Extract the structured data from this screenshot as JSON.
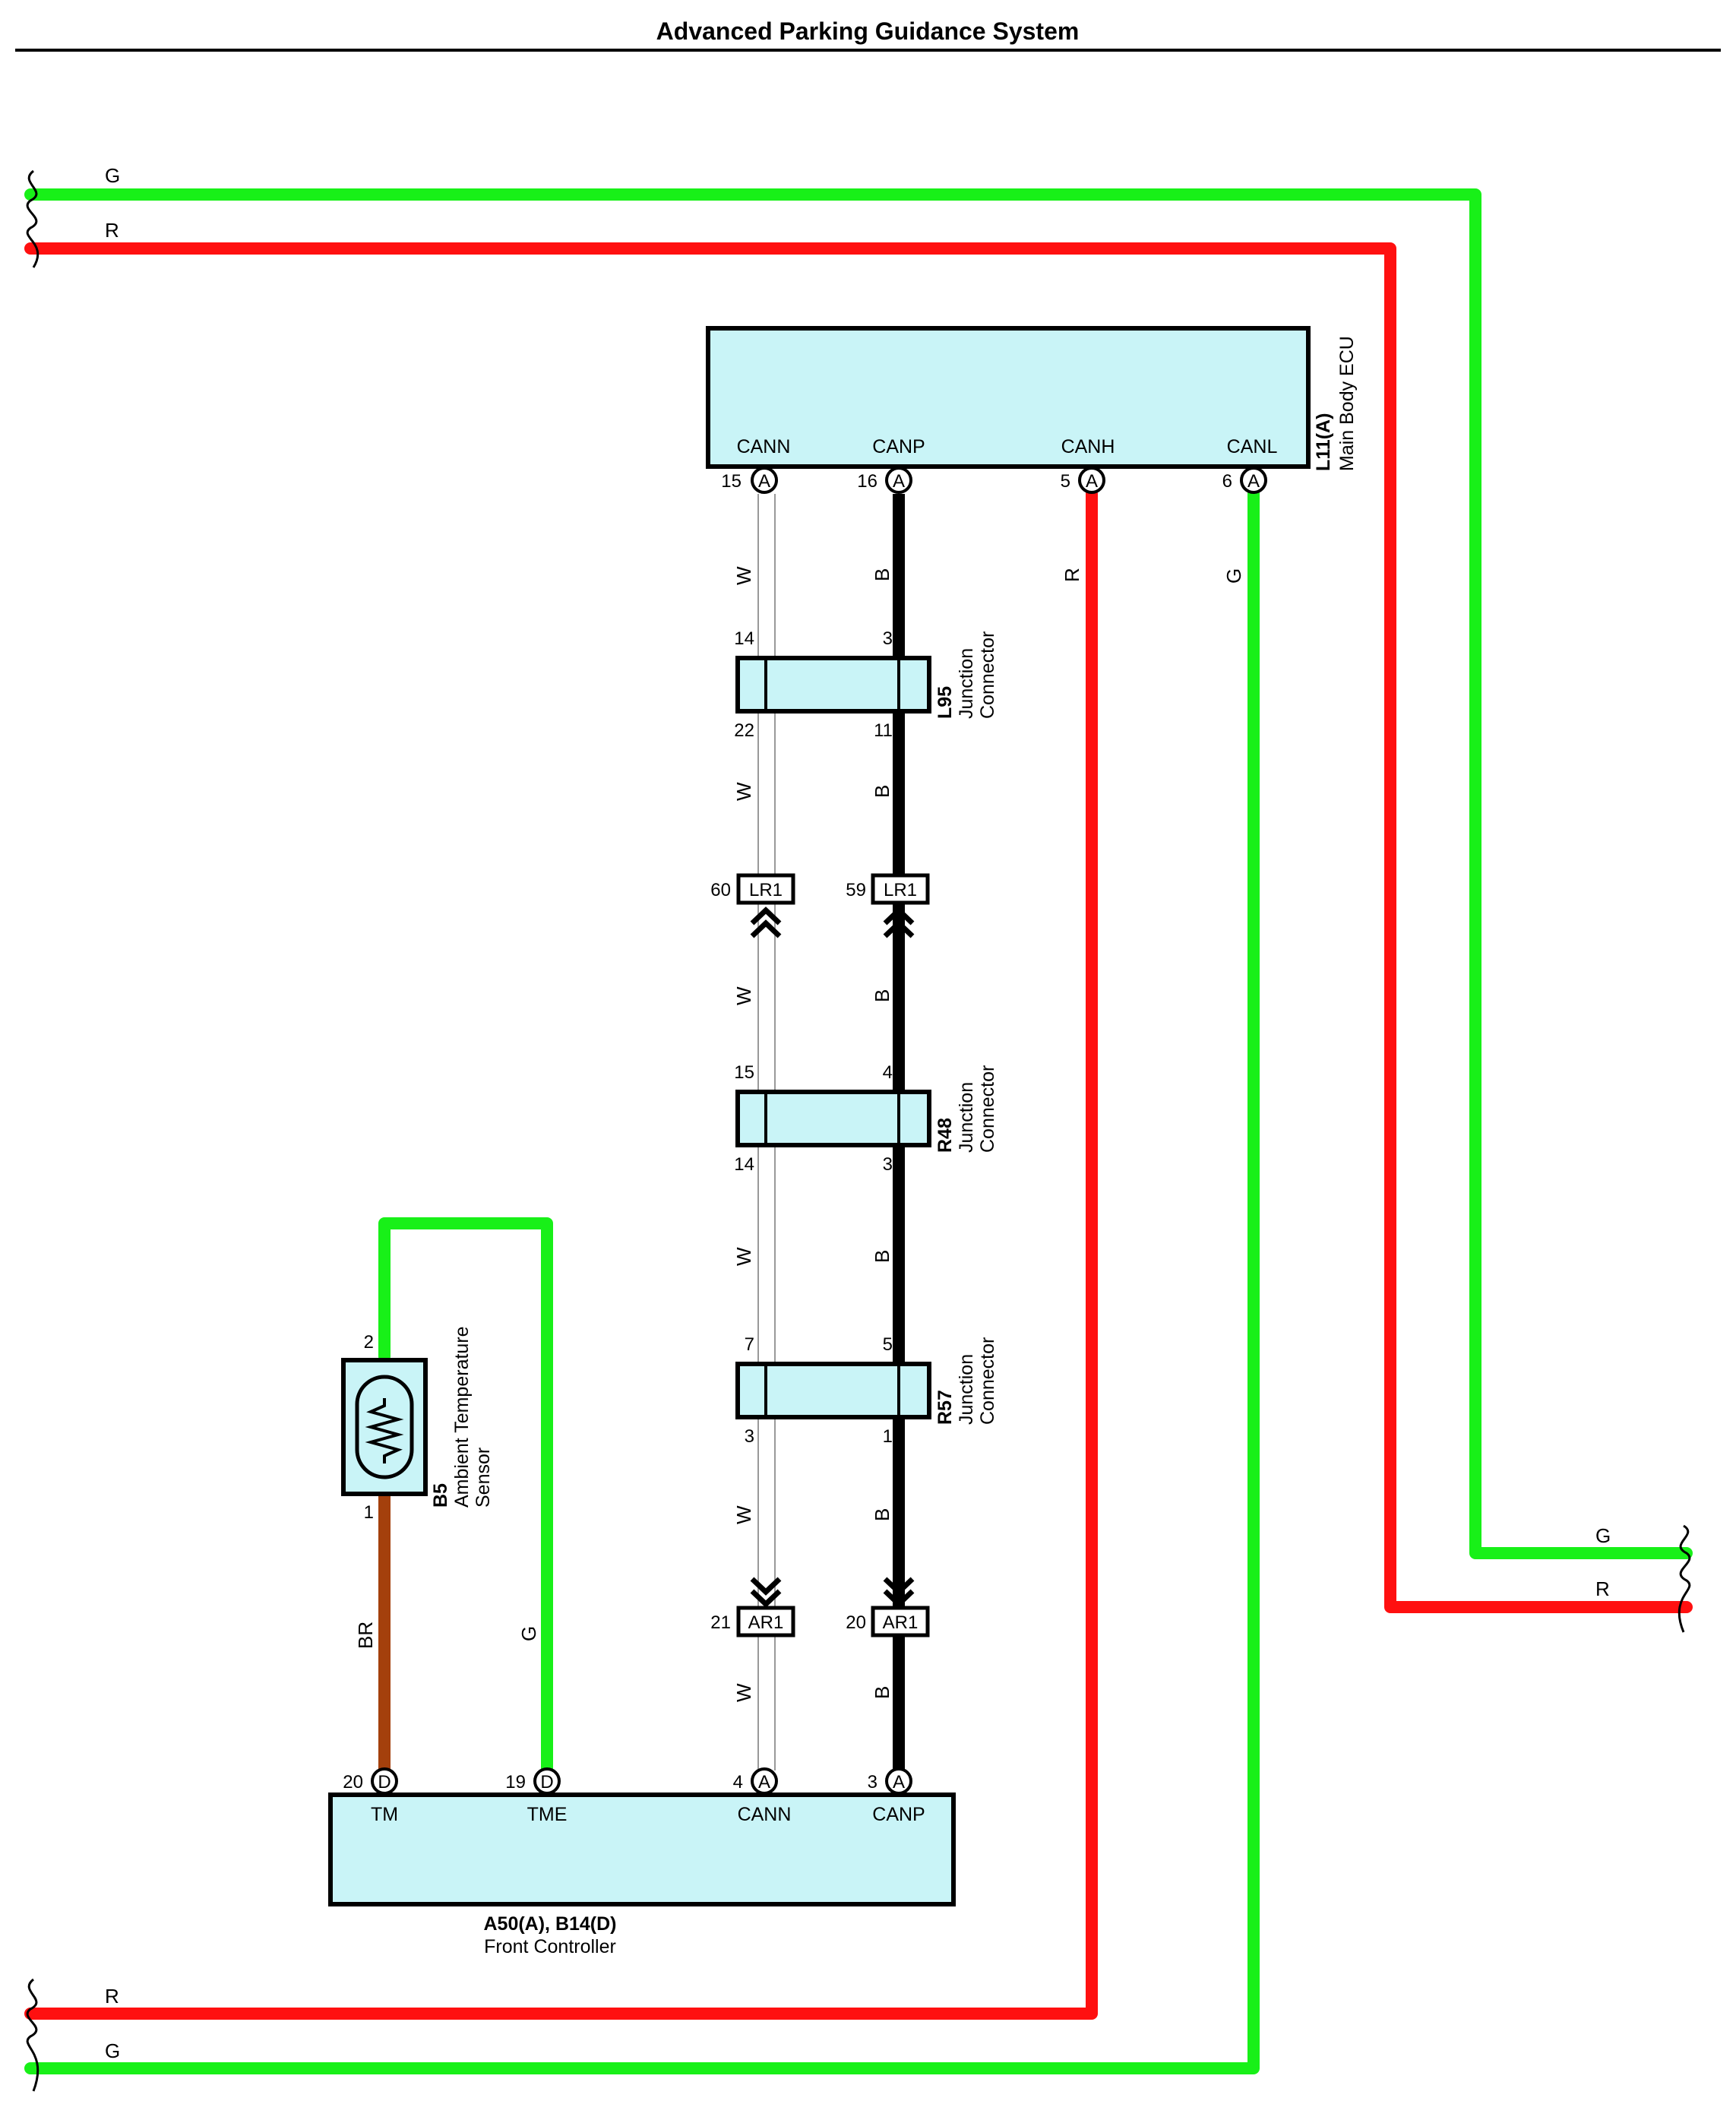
{
  "title": "Advanced Parking Guidance System",
  "colors": {
    "G": "#18f018",
    "R": "#ff1010",
    "B": "#000000",
    "W": "#d0d0d0",
    "BR": "#a4400c",
    "component_fill": "#c9f4f7"
  },
  "main_body_ecu": {
    "id": "L11(A)",
    "name": "Main Body ECU",
    "pins": [
      {
        "signal": "CANN",
        "num": "15",
        "conn": "A"
      },
      {
        "signal": "CANP",
        "num": "16",
        "conn": "A"
      },
      {
        "signal": "CANH",
        "num": "5",
        "conn": "A"
      },
      {
        "signal": "CANL",
        "num": "6",
        "conn": "A"
      }
    ]
  },
  "front_controller": {
    "id": "A50(A), B14(D)",
    "name": "Front Controller",
    "pins": [
      {
        "signal": "TM",
        "num": "20",
        "conn": "D"
      },
      {
        "signal": "TME",
        "num": "19",
        "conn": "D"
      },
      {
        "signal": "CANN",
        "num": "4",
        "conn": "A"
      },
      {
        "signal": "CANP",
        "num": "3",
        "conn": "A"
      }
    ]
  },
  "junction_connectors": [
    {
      "id": "L95",
      "line1": "Junction",
      "line2": "Connector",
      "top_left": "14",
      "top_right": "3",
      "bottom_left": "22",
      "bottom_right": "11"
    },
    {
      "id": "R48",
      "line1": "Junction",
      "line2": "Connector",
      "top_left": "15",
      "top_right": "4",
      "bottom_left": "14",
      "bottom_right": "3"
    },
    {
      "id": "R57",
      "line1": "Junction",
      "line2": "Connector",
      "top_left": "7",
      "top_right": "5",
      "bottom_left": "3",
      "bottom_right": "1"
    }
  ],
  "inline_connectors": [
    {
      "name": "LR1",
      "left_pin": "60",
      "right_pin": "59"
    },
    {
      "name": "AR1",
      "left_pin": "21",
      "right_pin": "20"
    }
  ],
  "sensor": {
    "id": "B5",
    "line1": "Ambient Temperature",
    "line2": "Sensor",
    "pin_top": "2",
    "pin_bottom": "1"
  },
  "wire_labels": {
    "G": "G",
    "R": "R",
    "W": "W",
    "B": "B",
    "BR": "BR"
  }
}
